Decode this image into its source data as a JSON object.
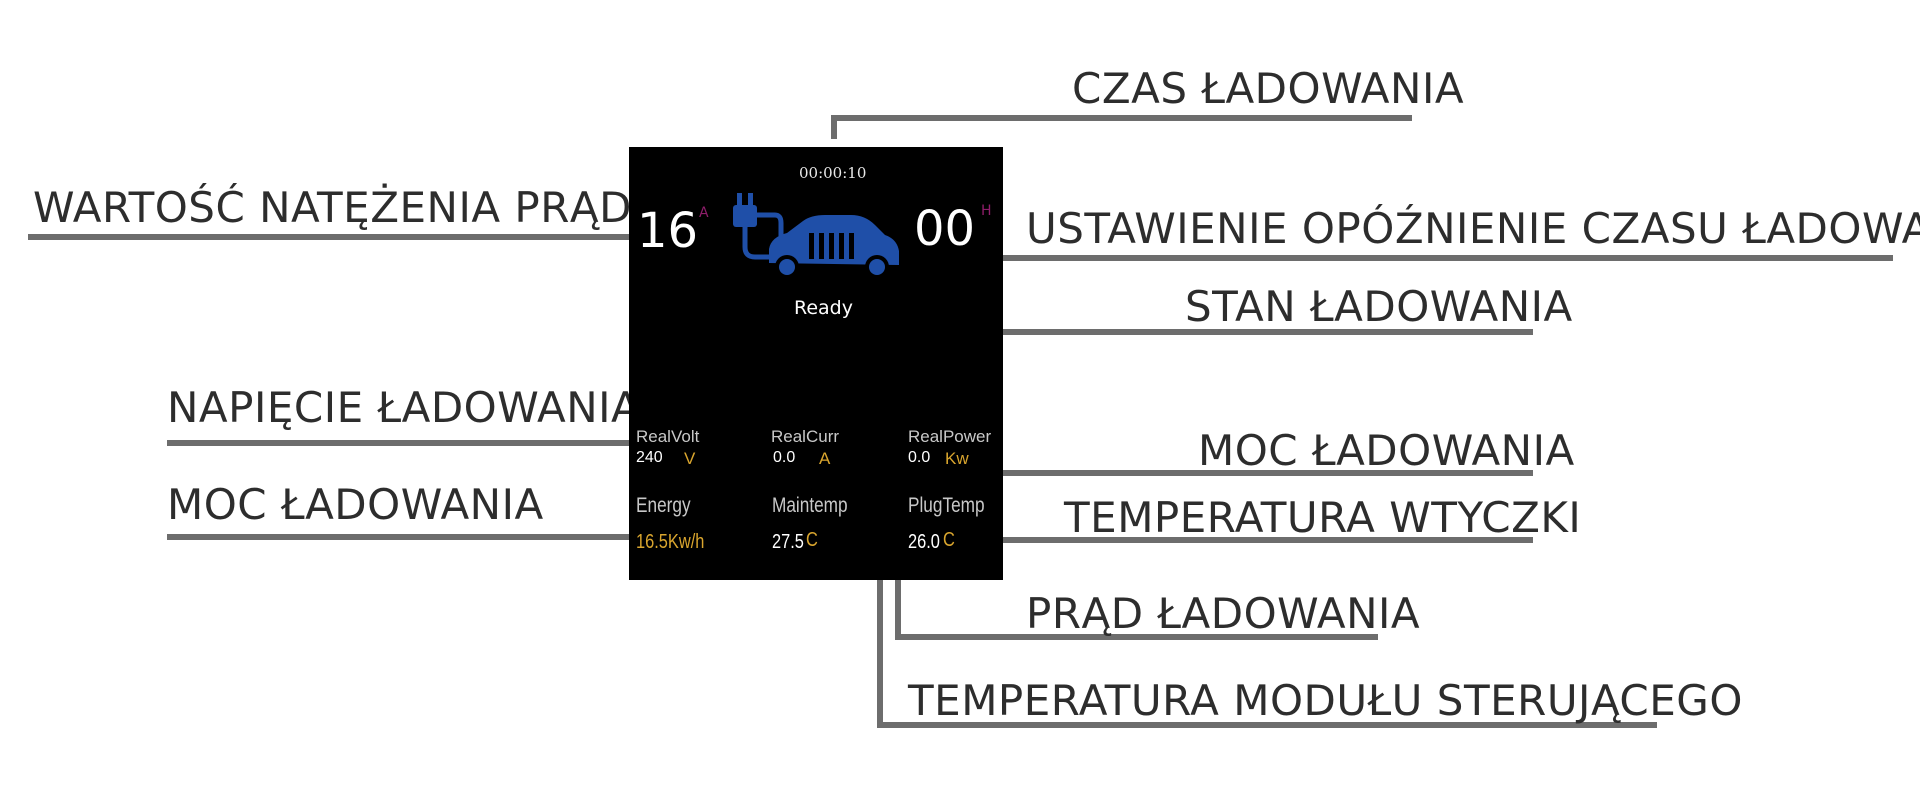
{
  "callouts": {
    "czas_ladowania": "CZAS ŁADOWANIA",
    "wartosc_natezenia": "WARTOŚĆ NATĘŻENIA PRĄDU",
    "opoznienie": "USTAWIENIE OPÓŹNIENIE CZASU ŁADOWANIA",
    "stan": "STAN ŁADOWANIA",
    "napiecie": "NAPIĘCIE ŁADOWANIA",
    "moc_right": "MOC ŁADOWANIA",
    "moc_left": "MOC ŁADOWANIA",
    "temp_wtyczki": "TEMPERATURA WTYCZKI",
    "prad": "PRĄD ŁADOWANIA",
    "temp_modulu": "TEMPERATURA MODUŁU STERUJĄCEGO"
  },
  "display": {
    "timer": "00:00:10",
    "current_value": "16",
    "current_unit": "A",
    "delay_value": "00",
    "delay_unit": "H",
    "status": "Ready",
    "car_icon": "ev-charging-car-icon",
    "readings": {
      "real_volt": {
        "label": "RealVolt",
        "value": "240",
        "unit": "V"
      },
      "real_curr": {
        "label": "RealCurr",
        "value": "0.0",
        "unit": "A"
      },
      "real_power": {
        "label": "RealPower",
        "value": "0.0",
        "unit": "Kw"
      },
      "energy": {
        "label": "Energy",
        "value": "16.5Kw/h"
      },
      "maintemp": {
        "label": "Maintemp",
        "value": "27.5",
        "unit": "C"
      },
      "plugtemp": {
        "label": "PlugTemp",
        "value": "26.0",
        "unit": "C"
      }
    }
  },
  "colors": {
    "background": "#ffffff",
    "screen": "#000000",
    "leader_line": "#6d6d6d",
    "car_blue": "#1f4fa8",
    "unit_gold": "#d9a52e",
    "unit_magenta": "#8e1d6a"
  }
}
